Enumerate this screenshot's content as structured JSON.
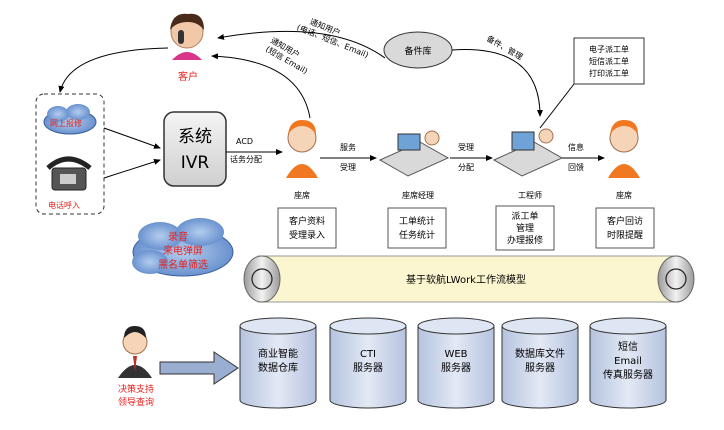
{
  "customer": {
    "label": "客户"
  },
  "notify_phone": {
    "lines": [
      "(电话、短信、Email)",
      "通知用户"
    ]
  },
  "notify_email": {
    "lines": [
      "通知用户",
      "(短信 Email)"
    ]
  },
  "channels": {
    "web": "网上报修",
    "phone": "电话呼入"
  },
  "ivr": {
    "line1": "系统",
    "line2": "IVR"
  },
  "acd": {
    "line1": "ACD",
    "line2": "话务分配"
  },
  "parts": {
    "label": "备件库",
    "edge_label": "备件、管理"
  },
  "dispatch_box": {
    "lines": [
      "电子派工单",
      "短信派工单",
      "打印派工单"
    ]
  },
  "roles": [
    {
      "title": "座席",
      "desc": [
        "客户资料",
        "受理录入"
      ]
    },
    {
      "title": "座席经理",
      "desc": [
        "工单统计",
        "任务统计"
      ]
    },
    {
      "title": "工程师",
      "desc": [
        "派工单",
        "管理",
        "办理报修"
      ]
    },
    {
      "title": "座席",
      "desc": [
        "客户回访",
        "时限提醒"
      ]
    }
  ],
  "flow_labels": [
    {
      "line1": "服务",
      "line2": "受理"
    },
    {
      "line1": "受理",
      "line2": "分配"
    },
    {
      "line1": "信息",
      "line2": "回馈"
    }
  ],
  "cloud": {
    "lines": [
      "录音",
      "来电弹屏",
      "黑名单筛选"
    ]
  },
  "workflow": {
    "label": "基于软航LWork工作流模型"
  },
  "decision": {
    "lines": [
      "决策支持",
      "领导查询"
    ]
  },
  "databases": [
    {
      "lines": [
        "商业智能",
        "数据仓库"
      ]
    },
    {
      "lines": [
        "CTI",
        "服务器"
      ]
    },
    {
      "lines": [
        "WEB",
        "服务器"
      ]
    },
    {
      "lines": [
        "数据库文件",
        "服务器"
      ]
    },
    {
      "lines": [
        "短信",
        "Email",
        "传真服务器"
      ]
    }
  ],
  "colors": {
    "accent_red": "#e8201c",
    "cloud_blue": "#5b86c8",
    "scroll_yellow": "#fbf6cf",
    "db_blue": "#c9d5ea"
  }
}
